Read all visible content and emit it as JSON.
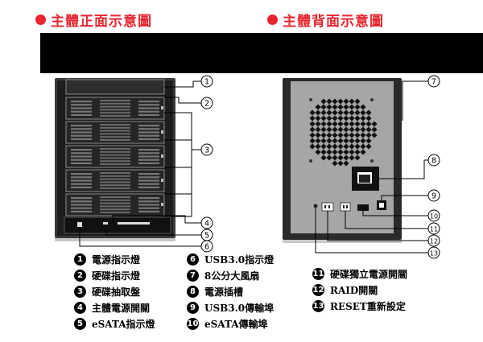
{
  "headers": {
    "front": "主體正面示意圖",
    "back": "主體背面示意圖"
  },
  "callouts": [
    "1",
    "2",
    "3",
    "4",
    "5",
    "6",
    "7",
    "8",
    "9",
    "10",
    "11",
    "12",
    "13"
  ],
  "legend": {
    "col1": [
      {
        "num": "1",
        "label": "電源指示燈"
      },
      {
        "num": "2",
        "label": "硬碟指示燈"
      },
      {
        "num": "3",
        "label": "硬碟抽取盤"
      },
      {
        "num": "4",
        "label": "主體電源開關"
      },
      {
        "num": "5",
        "label": "eSATA指示燈"
      }
    ],
    "col2": [
      {
        "num": "6",
        "label": "USB3.0指示燈"
      },
      {
        "num": "7",
        "label": "8公分大風扇"
      },
      {
        "num": "8",
        "label": "電源插槽"
      },
      {
        "num": "9",
        "label": "USB3.0傳輸埠"
      },
      {
        "num": "10",
        "label": "eSATA傳輸埠"
      }
    ],
    "col3": [
      {
        "num": "11",
        "label": "硬碟獨立電源開關"
      },
      {
        "num": "12",
        "label": "RAID開關"
      },
      {
        "num": "13",
        "label": "RESET重新設定"
      }
    ]
  },
  "colors": {
    "accent": "#e8252e",
    "device": "#2a2a2a",
    "panel": "#a6a6a6"
  }
}
